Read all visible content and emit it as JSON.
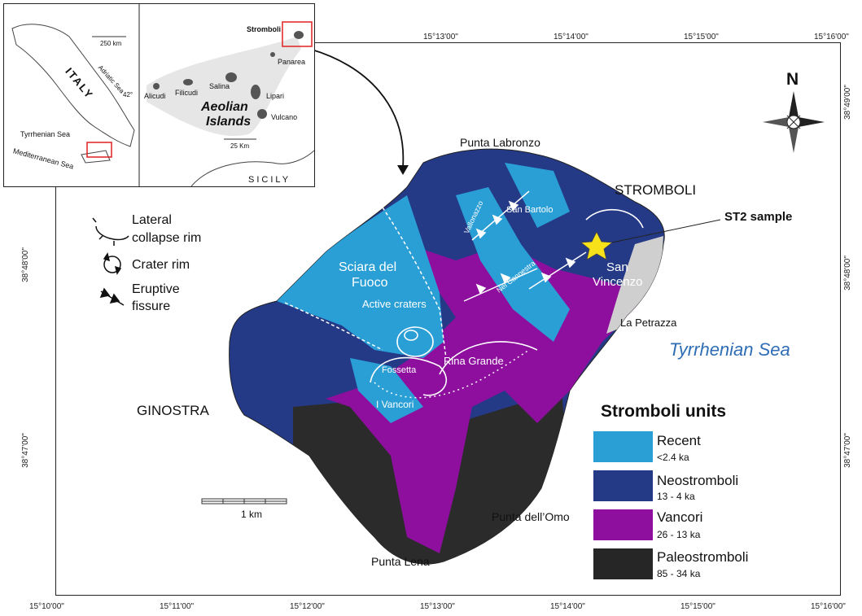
{
  "coords": {
    "lon_top": [
      "15°13'00\"",
      "15°14'00\"",
      "15°15'00\"",
      "15°16'00\""
    ],
    "lon_bottom": [
      "15°10'00\"",
      "15°11'00\"",
      "15°12'00\"",
      "15°13'00\"",
      "15°14'00\"",
      "15°15'00\"",
      "15°16'00\""
    ],
    "lat_left": [
      "38°48'00\"",
      "38°47'00\""
    ],
    "lat_right": [
      "38°49'00\"",
      "38°48'00\"",
      "38°47'00\""
    ]
  },
  "inset_italy": {
    "country": "ITALY",
    "scale": "250 km",
    "adriatic": "Adriatic Sea",
    "tyrrhenian": "Tyrrhenian Sea",
    "mediterranean": "Mediterranean Sea",
    "lat_label": "42°"
  },
  "inset_aeolian": {
    "stromboli": "Stromboli",
    "panarea": "Panarea",
    "alicudi": "Alicudi",
    "filicudi": "Filicudi",
    "salina": "Salina",
    "lipari": "Lipari",
    "vulcano": "Vulcano",
    "group_line1": "Aeolian",
    "group_line2": "Islands",
    "scale": "25 Km",
    "sicily": "SICILY"
  },
  "map_labels": {
    "punta_labronzo": "Punta Labronzo",
    "stromboli": "STROMBOLI",
    "st2_sample": "ST2 sample",
    "san_vincenzo_1": "San",
    "san_vincenzo_2": "Vincenzo",
    "san_bartolo": "San Bartolo",
    "vallonazzo": "Vallonazzo",
    "nel_cannestra": "Nel Cannestra",
    "sciara_1": "Sciara del",
    "sciara_2": "Fuoco",
    "active_craters": "Active craters",
    "fossetta": "Fossetta",
    "rina_grande": "Rina Grande",
    "i_vancori": "I Vancori",
    "la_petrazza": "La Petrazza",
    "tyrrhenian_sea": "Tyrrhenian Sea",
    "ginostra": "GINOSTRA",
    "punta_dell_omo": "Punta dell’Omo",
    "punta_lena": "Punta Lena",
    "scale": "1 km",
    "north": "N"
  },
  "symbol_legend": {
    "lateral_1": "Lateral",
    "lateral_2": "collapse rim",
    "crater": "Crater rim",
    "eruptive_1": "Eruptive",
    "eruptive_2": "fissure"
  },
  "units_legend": {
    "title": "Stromboli units",
    "items": [
      {
        "name": "Recent",
        "age": "<2.4 ka",
        "color": "#2a9fd6"
      },
      {
        "name": "Neostromboli",
        "age": "13 - 4 ka",
        "color": "#253a86"
      },
      {
        "name": "Vancori",
        "age": "26 - 13 ka",
        "color": "#8e0f9e"
      },
      {
        "name": "Paleostromboli",
        "age": "85 - 34 ka",
        "color": "#262626"
      }
    ]
  },
  "colors": {
    "recent": "#2a9fd6",
    "neostromboli": "#253a86",
    "vancori": "#8e0f9e",
    "paleostromboli": "#2b2b2b",
    "sea_label": "#2f6db5",
    "star": "#f7e11b",
    "inset_frame": "#e02020"
  }
}
